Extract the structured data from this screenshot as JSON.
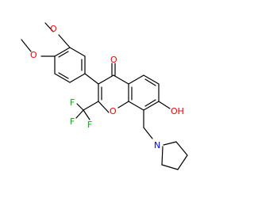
{
  "molecule": {
    "atom_labels": {
      "o_methoxy_upper": "O",
      "o_methoxy_lower": "O",
      "o_carbonyl": "O",
      "o_ring": "O",
      "oh": "OH",
      "n_pyrrolidine": "N",
      "f1": "F",
      "f2": "F",
      "f3": "F"
    },
    "colors": {
      "bond": "#000000",
      "oxygen": "#ff0000",
      "nitrogen": "#0000ff",
      "fluorine": "#00b000"
    }
  }
}
